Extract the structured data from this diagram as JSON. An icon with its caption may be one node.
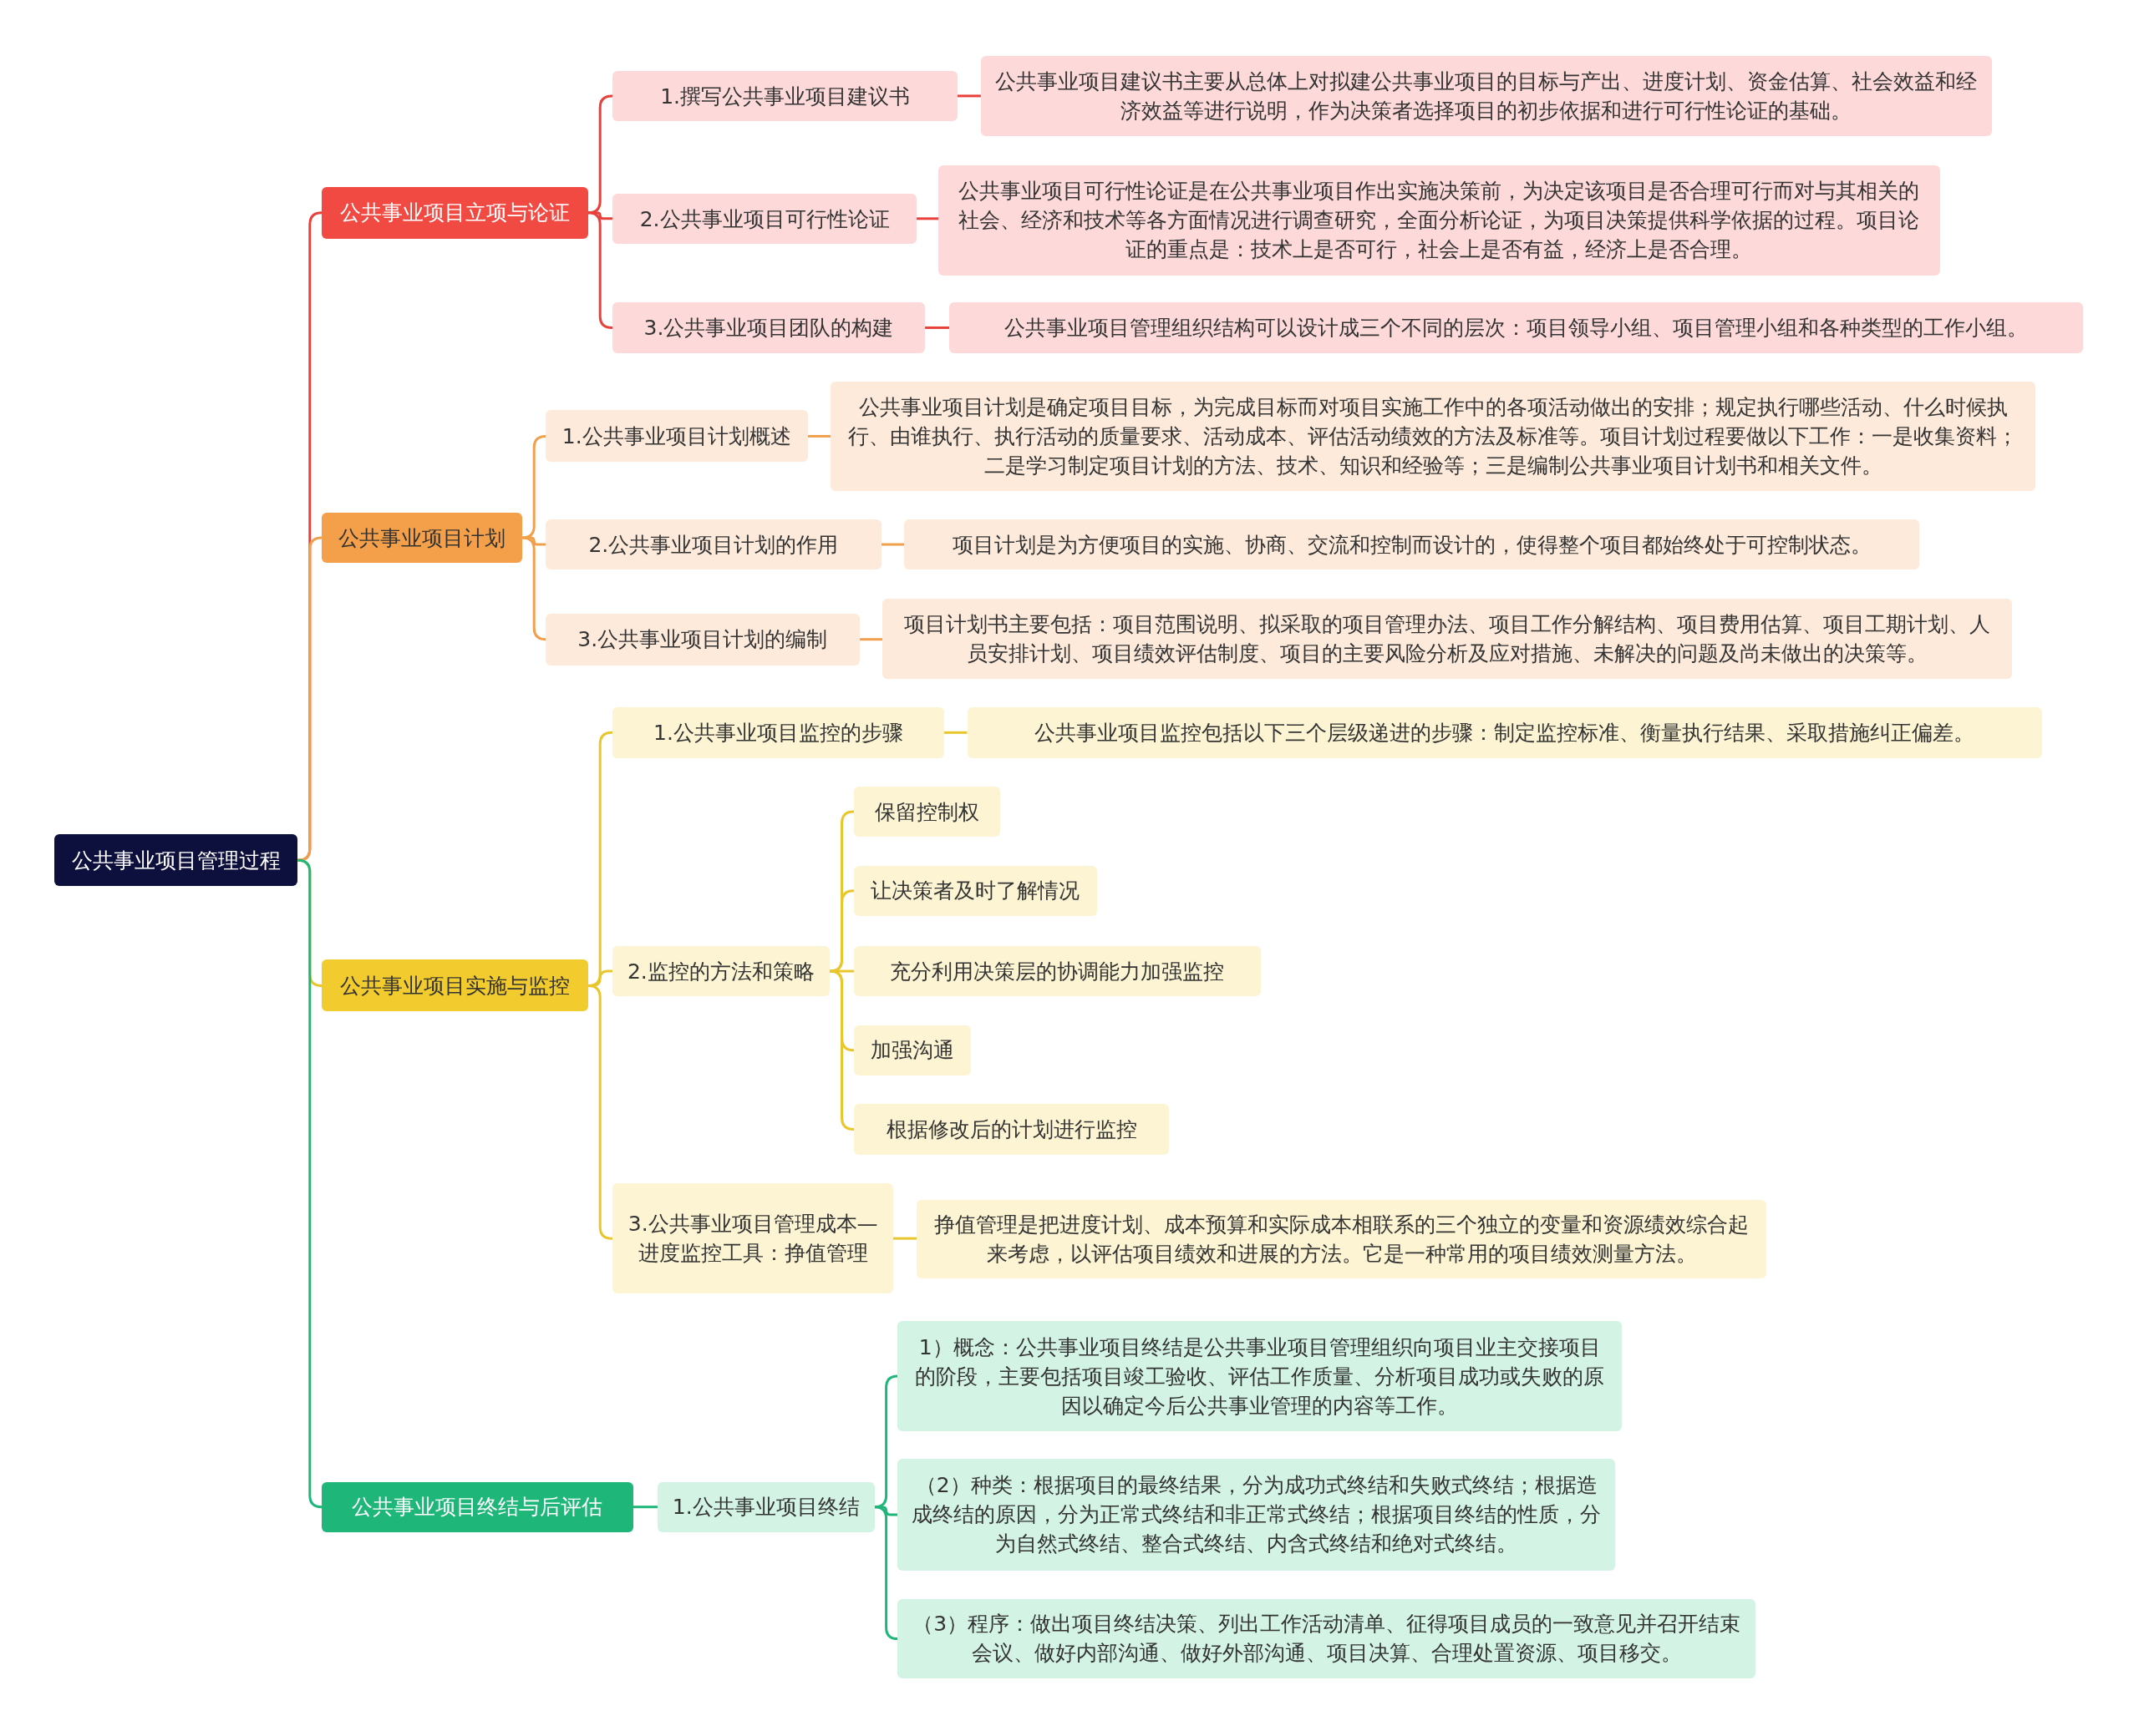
{
  "diagram": {
    "nodes": [
      {
        "text": [
          "公共事业项目管理过程"
        ]
      },
      {
        "text": [
          "公共事业项目立项与论证"
        ]
      },
      {
        "text": [
          "1.撰写公共事业项目建议书"
        ]
      },
      {
        "text": [
          "公共事业项目建议书主要从总体上对拟建公共事业项目的目标与产出、进度计划、资金估算、社会效益和经济效益等进行说明，作为决策者选择项目的初步依据和进行可行性论证的基础。"
        ]
      },
      {
        "text": [
          "2.公共事业项目可行性论证"
        ]
      },
      {
        "text": [
          "公共事业项目可行性论证是在公共事业项目作出实施决策前，为决定该项目是否合理可行而对与其相关的社会、经济和技术等各方面情况进行调查研究，全面分析论证，为项目决策提供科学依据的过程。项目论证的重点是：技术上是否可行，社会上是否有益，经济上是否合理。"
        ]
      },
      {
        "text": [
          "3.公共事业项目团队的构建"
        ]
      },
      {
        "text": [
          "公共事业项目管理组织结构可以设计成三个不同的层次：项目领导小组、项目管理小组和各种类型的工作小组。"
        ]
      },
      {
        "text": [
          "公共事业项目计划"
        ]
      },
      {
        "text": [
          "1.公共事业项目计划概述"
        ]
      },
      {
        "text": [
          "公共事业项目计划是确定项目目标，为完成目标而对项目实施工作中的各项活动做出的安排；规定执行哪些活动、什么时候执行、由谁执行、执行活动的质量要求、活动成本、评估活动绩效的方法及标准等。项目计划过程要做以下工作：一是收集资料；二是学习制定项目计划的方法、技术、知识和经验等；三是编制公共事业项目计划书和相关文件。"
        ]
      },
      {
        "text": [
          "2.公共事业项目计划的作用"
        ]
      },
      {
        "text": [
          "项目计划是为方便项目的实施、协商、交流和控制而设计的，使得整个项目都始终处于可控制状态。"
        ]
      },
      {
        "text": [
          "3.公共事业项目计划的编制"
        ]
      },
      {
        "text": [
          "项目计划书主要包括：项目范围说明、拟采取的项目管理办法、项目工作分解结构、项目费用估算、项目工期计划、人员安排计划、项目绩效评估制度、项目的主要风险分析及应对措施、未解决的问题及尚未做出的决策等。"
        ]
      },
      {
        "text": [
          "公共事业项目实施与监控"
        ]
      },
      {
        "text": [
          "1.公共事业项目监控的步骤"
        ]
      },
      {
        "text": [
          "公共事业项目监控包括以下三个层级递进的步骤：制定监控标准、衡量执行结果、采取措施纠正偏差。"
        ]
      },
      {
        "text": [
          "2.监控的方法和策略"
        ]
      },
      {
        "text": [
          "保留控制权"
        ]
      },
      {
        "text": [
          "让决策者及时了解情况"
        ]
      },
      {
        "text": [
          "充分利用决策层的协调能力加强监控"
        ]
      },
      {
        "text": [
          "加强沟通"
        ]
      },
      {
        "text": [
          "根据修改后的计划进行监控"
        ]
      },
      {
        "text": [
          "3.公共事业项目管理成本—进度监控工具：挣值管理"
        ]
      },
      {
        "text": [
          "挣值管理是把进度计划、成本预算和实际成本相联系的三个独立的变量和资源绩效综合起来考虑，以评估项目绩效和进展的方法。它是一种常用的项目绩效测量方法。"
        ]
      },
      {
        "text": [
          "公共事业项目终结与后评估"
        ]
      },
      {
        "text": [
          "1.公共事业项目终结"
        ]
      },
      {
        "text": [
          "1）概念：公共事业项目终结是公共事业项目管理组织向项目业主交接项目的阶段，主要包括项目竣工验收、评估工作质量、分析项目成功或失败的原因以确定今后公共事业管理的内容等工作。"
        ]
      },
      {
        "text": [
          "（2）种类：根据项目的最终结果，分为成功式终结和失败式终结；根据造成终结的原因，分为正常式终结和非正常式终结；根据项目终结的性质，分为自然式终结、整合式终结、内含式终结和绝对式终结。"
        ]
      },
      {
        "text": [
          "（3）程序：做出项目终结决策、列出工作活动清单、征得项目成员的一致意见并召开结束会议、做好内部沟通、做好外部沟通、项目决算、合理处置资源、项目移交。"
        ]
      }
    ],
    "edges": [
      {
        "from": 0,
        "to": 1,
        "arrow": "none",
        "color": "#e8403a"
      },
      {
        "from": 0,
        "to": 8,
        "arrow": "none",
        "color": "#f0a04b"
      },
      {
        "from": 0,
        "to": 15,
        "arrow": "none",
        "color": "#e9c62c"
      },
      {
        "from": 0,
        "to": 26,
        "arrow": "none",
        "color": "#1fb67a"
      },
      {
        "from": 1,
        "to": 2,
        "arrow": "none",
        "color": "#e8403a"
      },
      {
        "from": 1,
        "to": 4,
        "arrow": "none",
        "color": "#e8403a"
      },
      {
        "from": 1,
        "to": 6,
        "arrow": "none",
        "color": "#e8403a"
      },
      {
        "from": 2,
        "to": 3,
        "arrow": "none",
        "color": "#e8403a"
      },
      {
        "from": 4,
        "to": 5,
        "arrow": "none",
        "color": "#e8403a"
      },
      {
        "from": 6,
        "to": 7,
        "arrow": "none",
        "color": "#e8403a"
      },
      {
        "from": 8,
        "to": 9,
        "arrow": "none",
        "color": "#f0a04b"
      },
      {
        "from": 8,
        "to": 11,
        "arrow": "none",
        "color": "#f0a04b"
      },
      {
        "from": 8,
        "to": 13,
        "arrow": "none",
        "color": "#f0a04b"
      },
      {
        "from": 9,
        "to": 10,
        "arrow": "none",
        "color": "#f0a04b"
      },
      {
        "from": 11,
        "to": 12,
        "arrow": "none",
        "color": "#f0a04b"
      },
      {
        "from": 13,
        "to": 14,
        "arrow": "none",
        "color": "#f0a04b"
      },
      {
        "from": 15,
        "to": 16,
        "arrow": "none",
        "color": "#e9c62c"
      },
      {
        "from": 15,
        "to": 18,
        "arrow": "none",
        "color": "#e9c62c"
      },
      {
        "from": 15,
        "to": 24,
        "arrow": "none",
        "color": "#e9c62c"
      },
      {
        "from": 16,
        "to": 17,
        "arrow": "none",
        "color": "#e9c62c"
      },
      {
        "from": 18,
        "to": 19,
        "arrow": "none",
        "color": "#e9c62c"
      },
      {
        "from": 18,
        "to": 20,
        "arrow": "none",
        "color": "#e9c62c"
      },
      {
        "from": 18,
        "to": 21,
        "arrow": "none",
        "color": "#e9c62c"
      },
      {
        "from": 18,
        "to": 22,
        "arrow": "none",
        "color": "#e9c62c"
      },
      {
        "from": 18,
        "to": 23,
        "arrow": "none",
        "color": "#e9c62c"
      },
      {
        "from": 24,
        "to": 25,
        "arrow": "none",
        "color": "#e9c62c"
      },
      {
        "from": 26,
        "to": 27,
        "arrow": "none",
        "color": "#1fb67a"
      },
      {
        "from": 27,
        "to": 28,
        "arrow": "none",
        "color": "#1fb67a"
      },
      {
        "from": 27,
        "to": 29,
        "arrow": "none",
        "color": "#1fb67a"
      },
      {
        "from": 27,
        "to": 30,
        "arrow": "none",
        "color": "#1fb67a"
      }
    ]
  }
}
